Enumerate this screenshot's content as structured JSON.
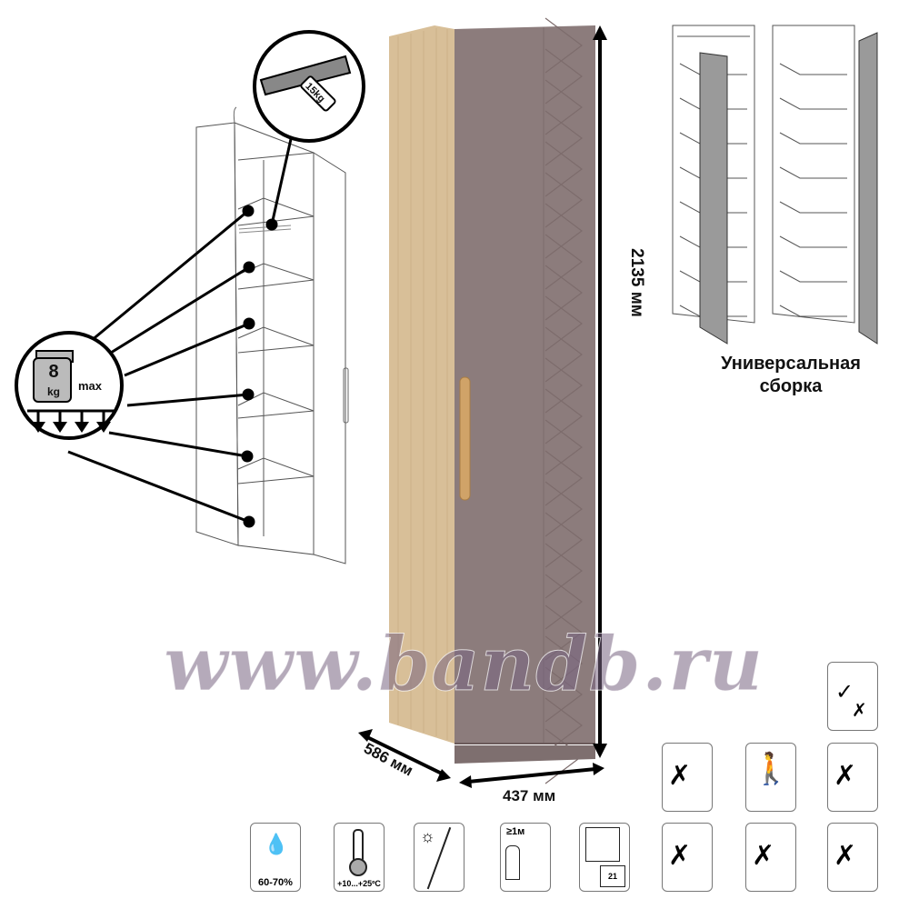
{
  "dimensions": {
    "height": "2135 мм",
    "depth": "586 мм",
    "width": "437 мм"
  },
  "loads": {
    "rail_load": "15kg",
    "shelf_load_value": "8",
    "shelf_load_unit": "kg",
    "shelf_load_max": "max"
  },
  "assembly": {
    "line1": "Универсальная",
    "line2": "сборка"
  },
  "care_icons": {
    "humidity": "60-70%",
    "temperature": "+10...+25ºC",
    "distance": "≥1м",
    "calendar_day": "21"
  },
  "watermark": "www.bandb.ru",
  "colors": {
    "door": "#8c7c7c",
    "wood": "#d8bf98",
    "handle": "#d0a368",
    "watermark": "#7a6a86"
  }
}
